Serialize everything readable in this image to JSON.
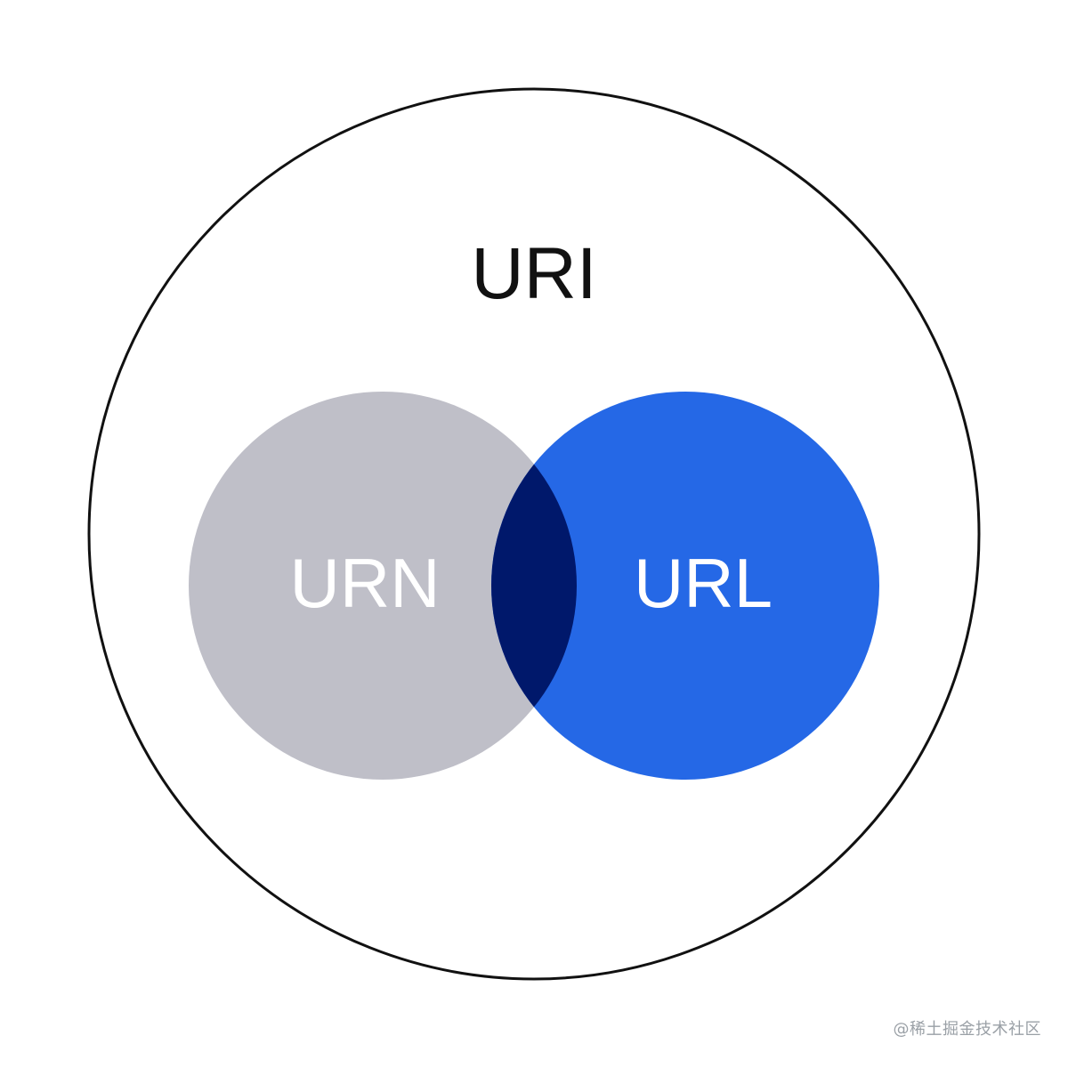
{
  "diagram": {
    "outer_label": "URI",
    "left_label": "URN",
    "right_label": "URL"
  },
  "colors": {
    "background": "#ffffff",
    "outer_stroke": "#111111",
    "urn_fill": "#bfbfc8",
    "url_fill": "#2568e6",
    "overlap_fill": "#00186b",
    "outer_label_color": "#111111",
    "inner_label_color": "#ffffff"
  },
  "watermark": {
    "text": "@稀土掘金技术社区"
  }
}
